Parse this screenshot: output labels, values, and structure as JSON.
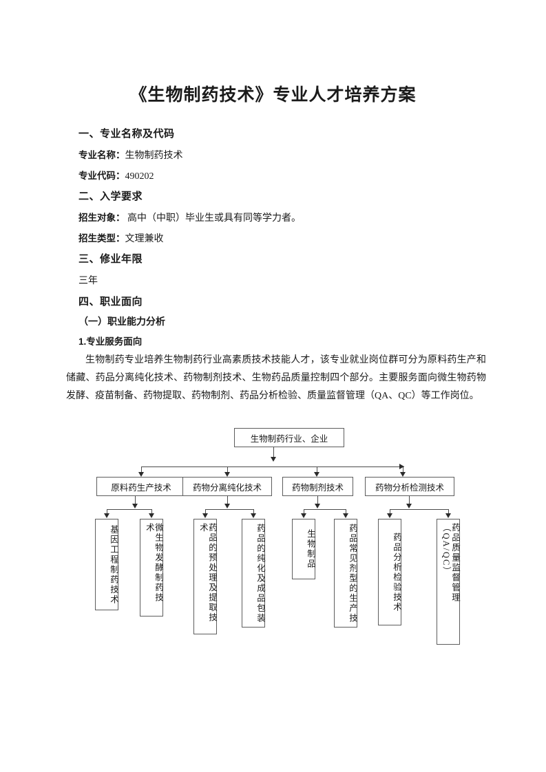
{
  "document": {
    "title": "《生物制药技术》专业人才培养方案"
  },
  "sections": {
    "s1_heading": "一、专业名称及代码",
    "major_name_key": "专业名称：",
    "major_name_value": "生物制药技术",
    "major_code_key": "专业代码：",
    "major_code_value": "490202",
    "s2_heading": "二、入学要求",
    "admission_target_key": "招生对象：",
    "admission_target_value": "高中（中职）毕业生或具有同等学力者。",
    "admission_type_key": "招生类型：",
    "admission_type_value": "文理兼收",
    "s3_heading": "三、修业年限",
    "duration_value": "三年",
    "s4_heading": "四、职业面向",
    "s4_sub_heading": "（一）职业能力分析",
    "s4_sub_item": "1.专业服务面向",
    "paragraph": "生物制药专业培养生物制药行业高素质技术技能人才，该专业就业岗位群可分为原料药生产和储藏、药品分离纯化技术、药物制剂技术、生物药品质量控制四个部分。主要服务面向微生物药物发酵、疫苗制备、药物提取、药物制剂、药品分析检验、质量监督管理（QA、QC）等工作岗位。"
  },
  "chart_data": {
    "type": "diagram",
    "title": "职业能力分析组织图",
    "root": "生物制药行业、企业",
    "level2": [
      "原料药生产技术",
      "药物分离纯化技术",
      "药物制剂技术",
      "药物分析检测技术"
    ],
    "leaves": [
      "基因工程制药技术",
      "微生物发酵制药技术",
      "药品的预处理及提取技术",
      "药品的纯化及成品包装",
      "生物制品",
      "药品常见剂型的生产技",
      "药品分析检验技术",
      "药品质量监督管理（QA/QC）"
    ],
    "edges": [
      {
        "from": "生物制药行业、企业",
        "to": "原料药生产技术"
      },
      {
        "from": "生物制药行业、企业",
        "to": "药物分离纯化技术"
      },
      {
        "from": "生物制药行业、企业",
        "to": "药物制剂技术"
      },
      {
        "from": "生物制药行业、企业",
        "to": "药物分析检测技术"
      },
      {
        "from": "原料药生产技术",
        "to": "基因工程制药技术"
      },
      {
        "from": "原料药生产技术",
        "to": "微生物发酵制药技术"
      },
      {
        "from": "药物分离纯化技术",
        "to": "药品的预处理及提取技术"
      },
      {
        "from": "药物分离纯化技术",
        "to": "药品的纯化及成品包装"
      },
      {
        "from": "药物制剂技术",
        "to": "生物制品"
      },
      {
        "from": "药物制剂技术",
        "to": "药品常见剂型的生产技"
      },
      {
        "from": "药物分析检测技术",
        "to": "药品分析检验技术"
      },
      {
        "from": "药物分析检测技术",
        "to": "药品质量监督管理（QA/QC）"
      }
    ],
    "orientation": "top-down",
    "box_border_color": "#5c5c5c",
    "connector_color": "#4a4a4a"
  }
}
